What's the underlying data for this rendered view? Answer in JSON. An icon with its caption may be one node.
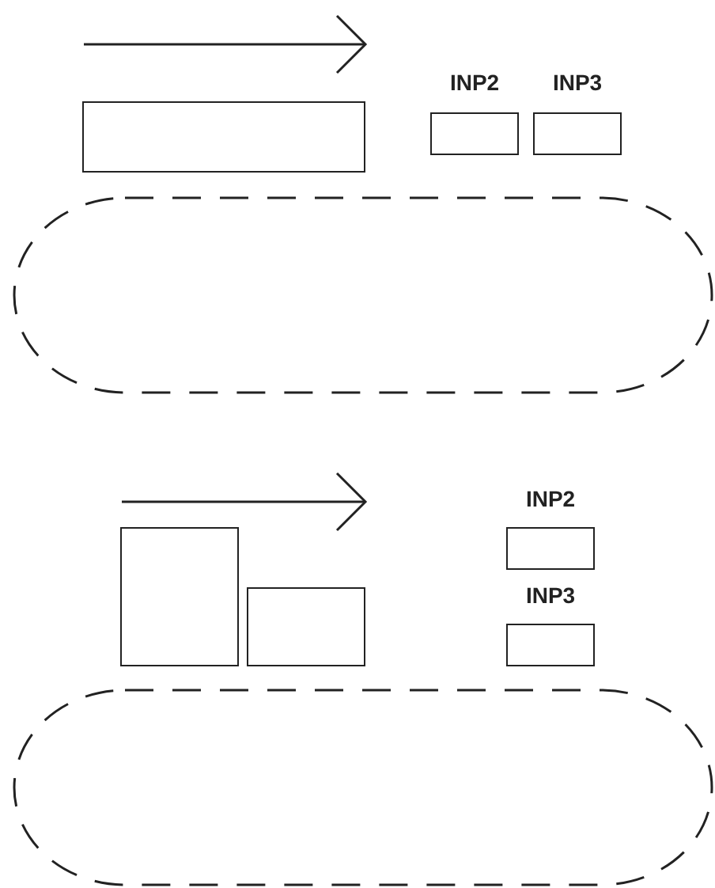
{
  "diagram": {
    "nodes": [
      {
        "text": [],
        "shape": "box"
      },
      {
        "text": [
          "INP2"
        ]
      },
      {
        "text": [
          "INP3"
        ]
      },
      {
        "text": [],
        "shape": "capsule"
      },
      {
        "text": [],
        "shape": "box"
      },
      {
        "text": [],
        "shape": "box"
      },
      {
        "text": [
          "INP2"
        ]
      },
      {
        "text": [
          "INP3"
        ]
      },
      {
        "text": [],
        "shape": "capsule"
      }
    ]
  }
}
